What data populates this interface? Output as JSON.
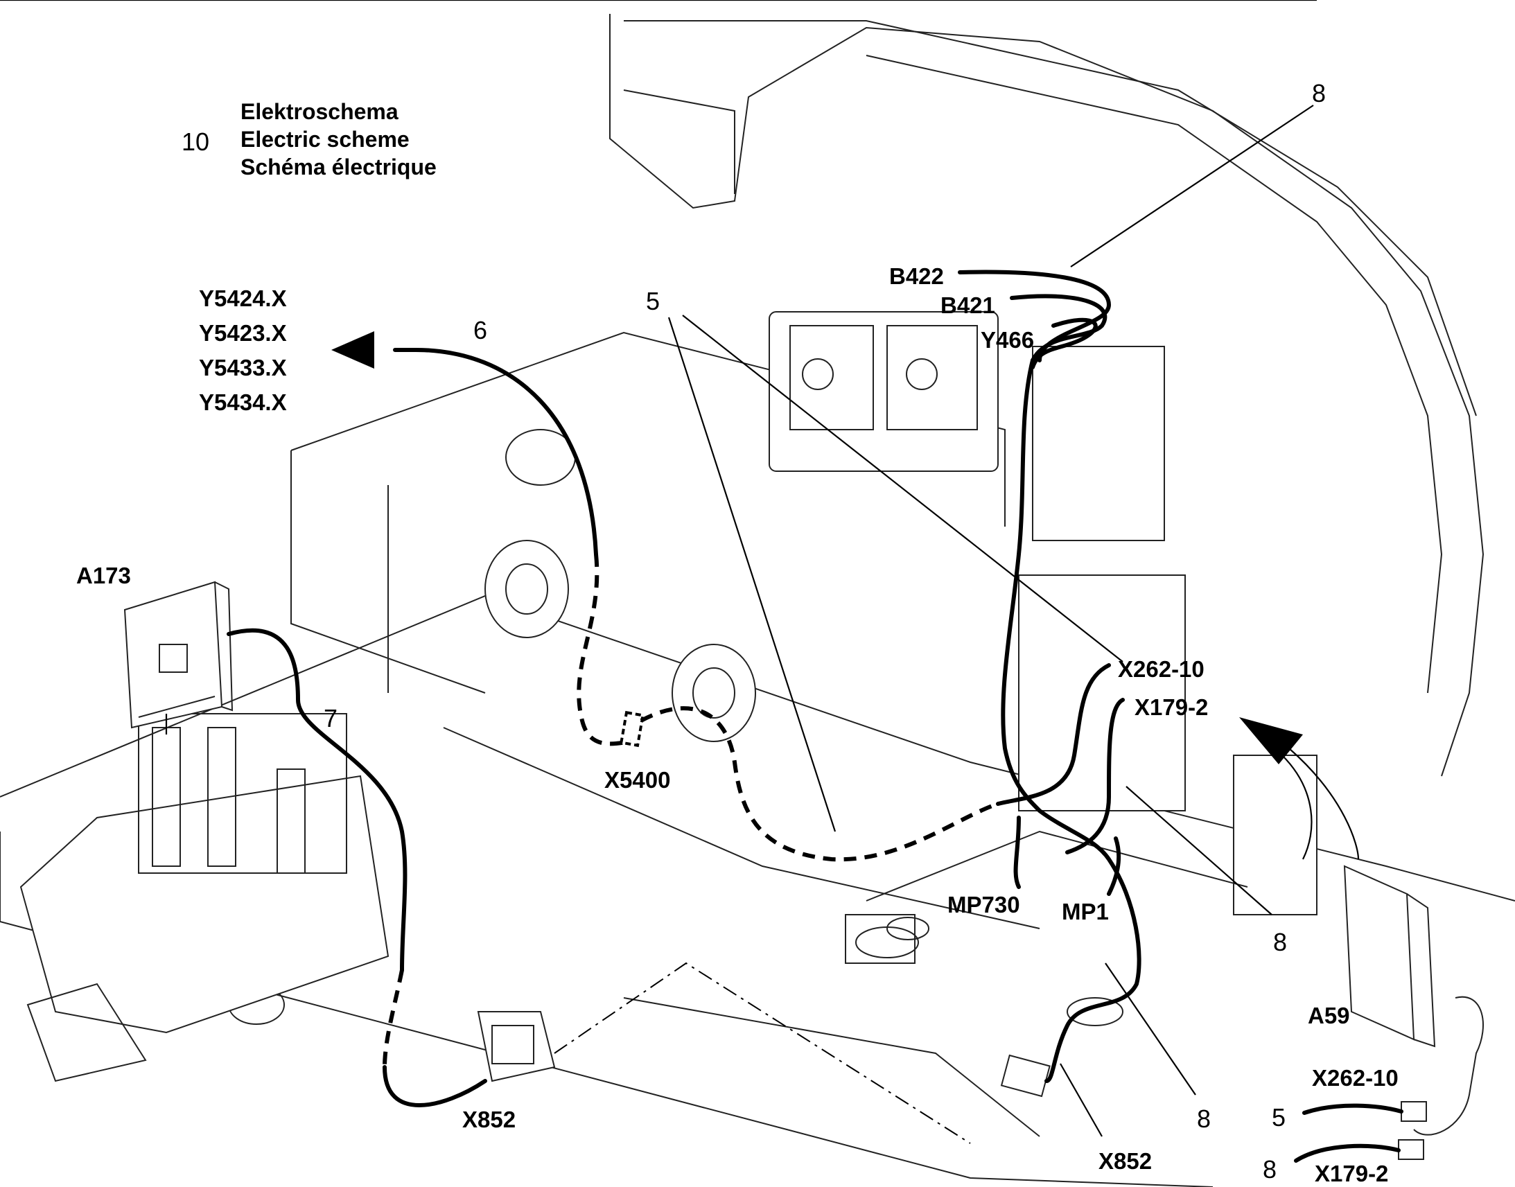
{
  "legend": {
    "number": "10",
    "lines": [
      "Elektroschema",
      "Electric scheme",
      "Schéma électrique"
    ]
  },
  "targets": [
    "Y5424.X",
    "Y5423.X",
    "Y5433.X",
    "Y5434.X"
  ],
  "component_labels": {
    "a173": "A173",
    "a59": "A59",
    "x5400": "X5400",
    "x852_left": "X852",
    "x852_right": "X852",
    "b422": "B422",
    "b421": "B421",
    "y466": "Y466",
    "x262_10_main": "X262-10",
    "x179_2_main": "X179-2",
    "mp730": "MP730",
    "mp1": "MP1",
    "x262_10_inset": "X262-10",
    "x179_2_inset": "X179-2"
  },
  "position_numbers": {
    "p8_top": "8",
    "p5_top": "5",
    "p6": "6",
    "p7": "7",
    "p8_mid": "8",
    "p8_bottom": "8",
    "p5_inset": "5",
    "p8_inset": "8"
  }
}
